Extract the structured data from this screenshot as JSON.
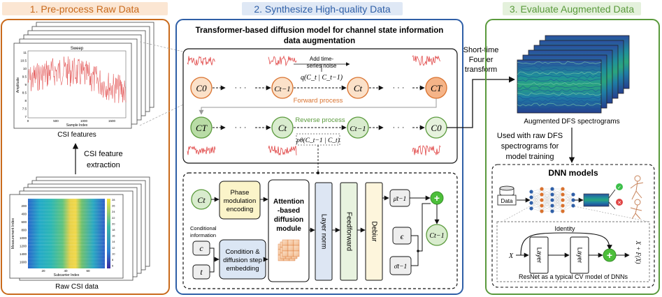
{
  "panels": {
    "preprocess": {
      "title": "1. Pre-process Raw Data",
      "color": "#c96a1c",
      "fill": "#fbe6d3"
    },
    "synthesize": {
      "title": "2. Synthesize High-quality Data",
      "color": "#2f5fa7",
      "fill": "#dfe8f5"
    },
    "evaluate": {
      "title": "3. Evaluate Augmented Data",
      "color": "#5a9a3c",
      "fill": "#e4f1dc"
    }
  },
  "left": {
    "sweep_title": "Sweep",
    "sweep_ylabel": "Amplitude",
    "sweep_xlabel": "Sample Index",
    "sweep_yticks": [
      "11",
      "10.5",
      "10",
      "9.5",
      "9",
      "8.5",
      "8",
      "7.5",
      "7"
    ],
    "sweep_xticks": [
      "0",
      "500",
      "1000",
      "1500"
    ],
    "csi_features": "CSI features",
    "arrow_label_1": "CSI feature",
    "arrow_label_2": "extraction",
    "heat_ylabel": "Measurement Index",
    "heat_xlabel": "Subcarrier Index",
    "heat_yticks": [
      "200",
      "400",
      "600",
      "800",
      "1000",
      "1200",
      "1400",
      "1600"
    ],
    "heat_xticks": [
      "20",
      "40",
      "60"
    ],
    "heat_cbar": [
      "28",
      "26",
      "24",
      "22",
      "20",
      "18",
      "16",
      "14",
      "12",
      "10",
      "8",
      "6"
    ],
    "raw_csi": "Raw CSI data"
  },
  "middle": {
    "title_line1": "Transformer-based diffusion model for channel state information",
    "title_line2": "data augmentation",
    "noise_1": "Add time-",
    "noise_2": "series noise",
    "forward_eq": "q(C_t | C_t−1)",
    "forward_label": "Forward process",
    "reverse_label": "Reverse process",
    "reverse_eq": "pθ(C_t−1 | C_t)",
    "forward_nodes": [
      "C0",
      "Ct−1",
      "Ct",
      "CT"
    ],
    "reverse_nodes": [
      "CT",
      "Ct",
      "Ct−1",
      "C0"
    ],
    "dots": "· · ·",
    "ct_input": "Ct",
    "phase_1": "Phase",
    "phase_2": "modulation",
    "phase_3": "encoding",
    "cond_1": "Conditional",
    "cond_2": "information",
    "c_var": "c",
    "t_var": "t",
    "embed_1": "Condition &",
    "embed_2": "diffusion step",
    "embed_3": "embedding",
    "attn_1": "Attention",
    "attn_2": "-based",
    "attn_3": "diffusion",
    "attn_4": "module",
    "layer_norm": "Layer norm",
    "feedforward": "Feedforward",
    "debiur": "Debiur",
    "mu": "μ̄t−1",
    "eps": "ϵ",
    "sigma": "σ̄t−1",
    "plus": "+",
    "out": "Ct−1"
  },
  "stft": {
    "line1": "Short-time",
    "line2": "Fourier",
    "line3": "transform"
  },
  "right": {
    "aug_label": "Augmented DFS spectrograms",
    "used_1": "Used with raw DFS",
    "used_2": "spectrograms for",
    "used_3": "model training",
    "dnn_title": "DNN models",
    "data": "Data",
    "identity": "Identity",
    "x_in": "X",
    "layer": "Layer",
    "out": "X + F(X)",
    "resnet": "ResNet as a typical CV model of DNNs",
    "check": "✓",
    "cross": "✕"
  }
}
